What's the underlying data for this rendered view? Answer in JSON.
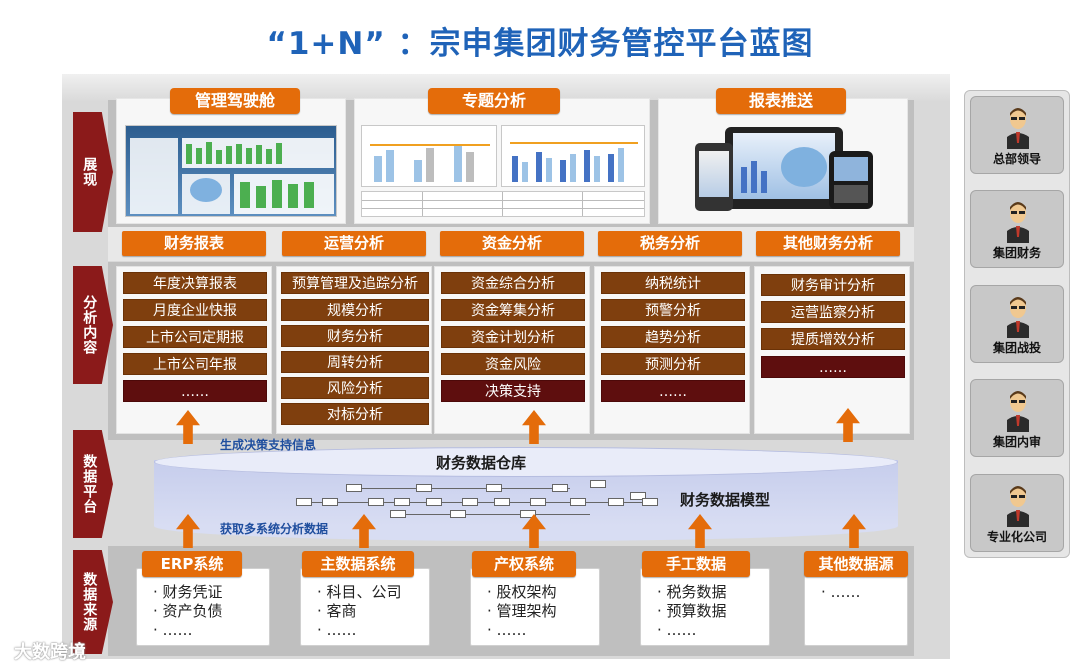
{
  "title": "“1+N” ：宗申集团财务管控平台蓝图",
  "bands": {
    "display": "展现",
    "analysis": "分析内容",
    "platform": "数据平台",
    "source": "数据来源"
  },
  "display_panels": [
    {
      "label": "管理驾驶舱"
    },
    {
      "label": "专题分析"
    },
    {
      "label": "报表推送"
    }
  ],
  "analysis_columns": [
    {
      "label": "财务报表",
      "items": [
        "年度决算报表",
        "月度企业快报",
        "上市公司定期报",
        "上市公司年报",
        "……"
      ]
    },
    {
      "label": "运营分析",
      "items": [
        "预算管理及追踪分析",
        "规模分析",
        "财务分析",
        "周转分析",
        "风险分析",
        "对标分析"
      ]
    },
    {
      "label": "资金分析",
      "items": [
        "资金综合分析",
        "资金筹集分析",
        "资金计划分析",
        "资金风险",
        "决策支持"
      ]
    },
    {
      "label": "税务分析",
      "items": [
        "纳税统计",
        "预警分析",
        "趋势分析",
        "预测分析",
        "……"
      ]
    },
    {
      "label": "其他财务分析",
      "items": [
        "财务审计分析",
        "运营监察分析",
        "提质增效分析",
        "……"
      ]
    }
  ],
  "platform": {
    "warehouse": "财务数据仓库",
    "model": "财务数据模型",
    "up_note": "生成决策支持信息",
    "down_note": "获取多系统分析数据"
  },
  "sources": [
    {
      "label": "ERP系统",
      "items": [
        "· 财务凭证",
        "· 资产负债",
        "· ……"
      ]
    },
    {
      "label": "主数据系统",
      "items": [
        "· 科目、公司",
        "· 客商",
        "· ……"
      ]
    },
    {
      "label": "产权系统",
      "items": [
        "· 股权架构",
        "· 管理架构",
        "· ……"
      ]
    },
    {
      "label": "手工数据",
      "items": [
        "· 税务数据",
        "· 预算数据",
        "· ……"
      ]
    },
    {
      "label": "其他数据源",
      "items": [
        "· ……"
      ]
    }
  ],
  "roles": [
    "总部领导",
    "集团财务",
    "集团战投",
    "集团内审",
    "专业化公司"
  ],
  "watermark": "大数跨境",
  "colors": {
    "accent": "#e46c0a",
    "item": "#7f3f0e",
    "item_dark": "#5e0e0e",
    "band_label": "#8b1a1a",
    "title": "#1f63b8"
  }
}
